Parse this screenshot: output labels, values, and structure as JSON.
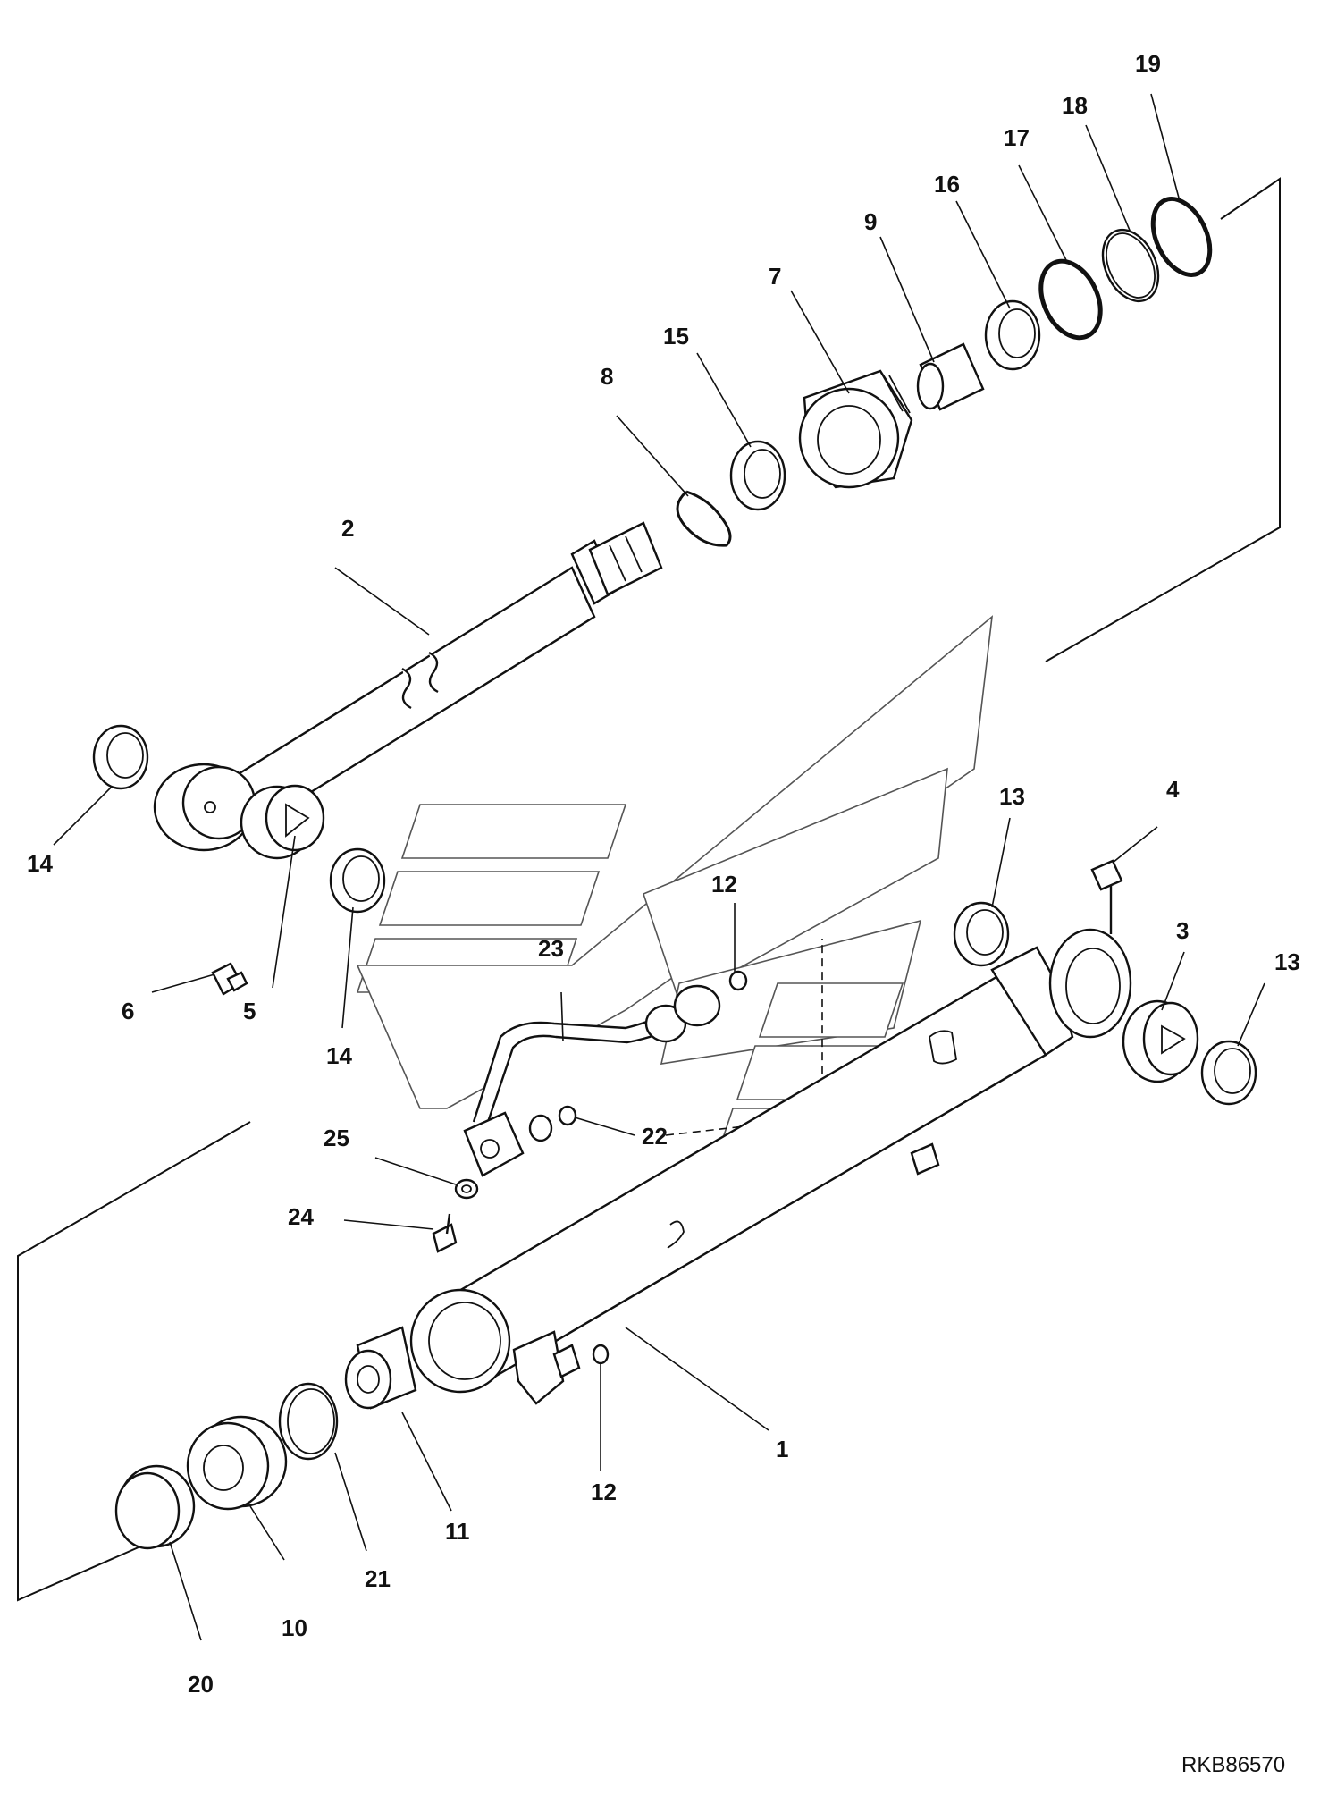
{
  "diagram": {
    "drawing_code": "RKB86570",
    "callouts": [
      {
        "id": "c1",
        "label": "1"
      },
      {
        "id": "c2",
        "label": "2"
      },
      {
        "id": "c3",
        "label": "3"
      },
      {
        "id": "c4",
        "label": "4"
      },
      {
        "id": "c5",
        "label": "5"
      },
      {
        "id": "c6",
        "label": "6"
      },
      {
        "id": "c7",
        "label": "7"
      },
      {
        "id": "c8",
        "label": "8"
      },
      {
        "id": "c9",
        "label": "9"
      },
      {
        "id": "c10",
        "label": "10"
      },
      {
        "id": "c11",
        "label": "11"
      },
      {
        "id": "c12a",
        "label": "12"
      },
      {
        "id": "c12b",
        "label": "12"
      },
      {
        "id": "c13a",
        "label": "13"
      },
      {
        "id": "c13b",
        "label": "13"
      },
      {
        "id": "c14a",
        "label": "14"
      },
      {
        "id": "c14b",
        "label": "14"
      },
      {
        "id": "c15",
        "label": "15"
      },
      {
        "id": "c16",
        "label": "16"
      },
      {
        "id": "c17",
        "label": "17"
      },
      {
        "id": "c18",
        "label": "18"
      },
      {
        "id": "c19",
        "label": "19"
      },
      {
        "id": "c20",
        "label": "20"
      },
      {
        "id": "c21",
        "label": "21"
      },
      {
        "id": "c22",
        "label": "22"
      },
      {
        "id": "c23",
        "label": "23"
      },
      {
        "id": "c24",
        "label": "24"
      },
      {
        "id": "c25",
        "label": "25"
      }
    ]
  }
}
